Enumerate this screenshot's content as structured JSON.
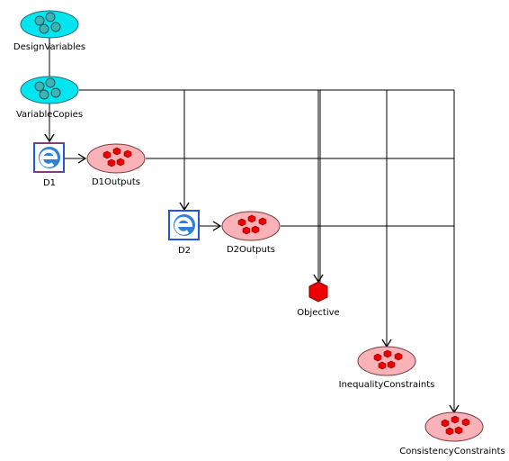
{
  "nodes": {
    "design_variables": {
      "label": "DesignVariables",
      "kind": "variables",
      "color": "#00e5f0"
    },
    "variable_copies": {
      "label": "VariableCopies",
      "kind": "variables",
      "color": "#00e5f0"
    },
    "d1": {
      "label": "D1",
      "kind": "discipline",
      "icon": "e-icon"
    },
    "d1_outputs": {
      "label": "D1Outputs",
      "kind": "outputs",
      "color": "#f9b3b8"
    },
    "d2": {
      "label": "D2",
      "kind": "discipline",
      "icon": "e-icon"
    },
    "d2_outputs": {
      "label": "D2Outputs",
      "kind": "outputs",
      "color": "#f9b3b8"
    },
    "objective": {
      "label": "Objective",
      "kind": "objective",
      "color": "#ee0000"
    },
    "inequality_constraints": {
      "label": "InequalityConstraints",
      "kind": "outputs",
      "color": "#f9b3b8"
    },
    "consistency_constraints": {
      "label": "ConsistencyConstraints",
      "kind": "outputs",
      "color": "#f9b3b8"
    }
  },
  "edges": [
    {
      "from": "DesignVariables",
      "to": "VariableCopies"
    },
    {
      "from": "VariableCopies",
      "to": "D1"
    },
    {
      "from": "VariableCopies",
      "to": "D2"
    },
    {
      "from": "VariableCopies",
      "to": "Objective"
    },
    {
      "from": "VariableCopies",
      "to": "InequalityConstraints"
    },
    {
      "from": "VariableCopies",
      "to": "ConsistencyConstraints"
    },
    {
      "from": "D1",
      "to": "D1Outputs"
    },
    {
      "from": "D1Outputs",
      "to": "D2"
    },
    {
      "from": "D1Outputs",
      "to": "Objective"
    },
    {
      "from": "D1Outputs",
      "to": "InequalityConstraints"
    },
    {
      "from": "D1Outputs",
      "to": "ConsistencyConstraints"
    },
    {
      "from": "D2",
      "to": "D2Outputs"
    },
    {
      "from": "D2Outputs",
      "to": "Objective"
    },
    {
      "from": "D2Outputs",
      "to": "InequalityConstraints"
    },
    {
      "from": "D2Outputs",
      "to": "ConsistencyConstraints"
    }
  ]
}
